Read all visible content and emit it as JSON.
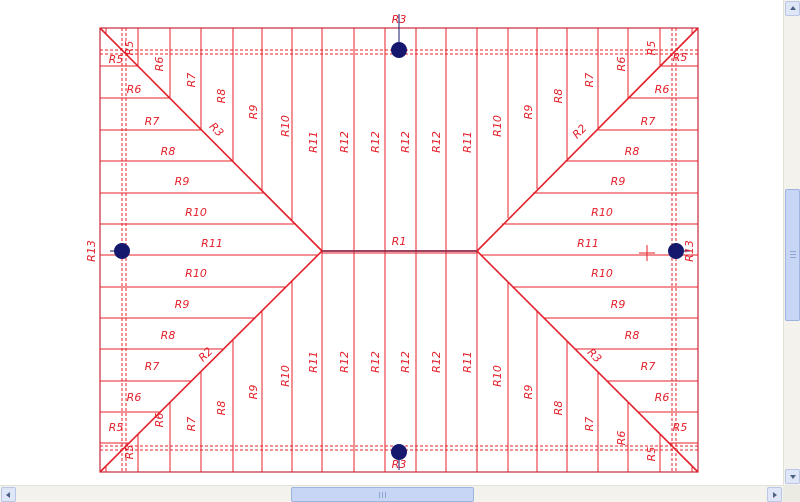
{
  "colors": {
    "roof_line": "#e4202a",
    "ridge_line": "#8a2a4a",
    "outline": "#c8283c",
    "marker": "#16186e",
    "background": "#ffffff",
    "scrollbar": "#c8d6f5"
  },
  "labels": {
    "ridge": "R1",
    "hip": "R2",
    "hip_alt": "R3",
    "end": "R3",
    "side": "R13",
    "jack_5": "R5",
    "jack_6": "R6",
    "jack_7": "R7",
    "jack_8": "R8",
    "jack_9": "R9",
    "jack_10": "R10",
    "common_11": "R11",
    "common_12": "R12"
  },
  "icons": {
    "markers": "circle-marker-icon",
    "cursor": "crosshair-icon"
  }
}
